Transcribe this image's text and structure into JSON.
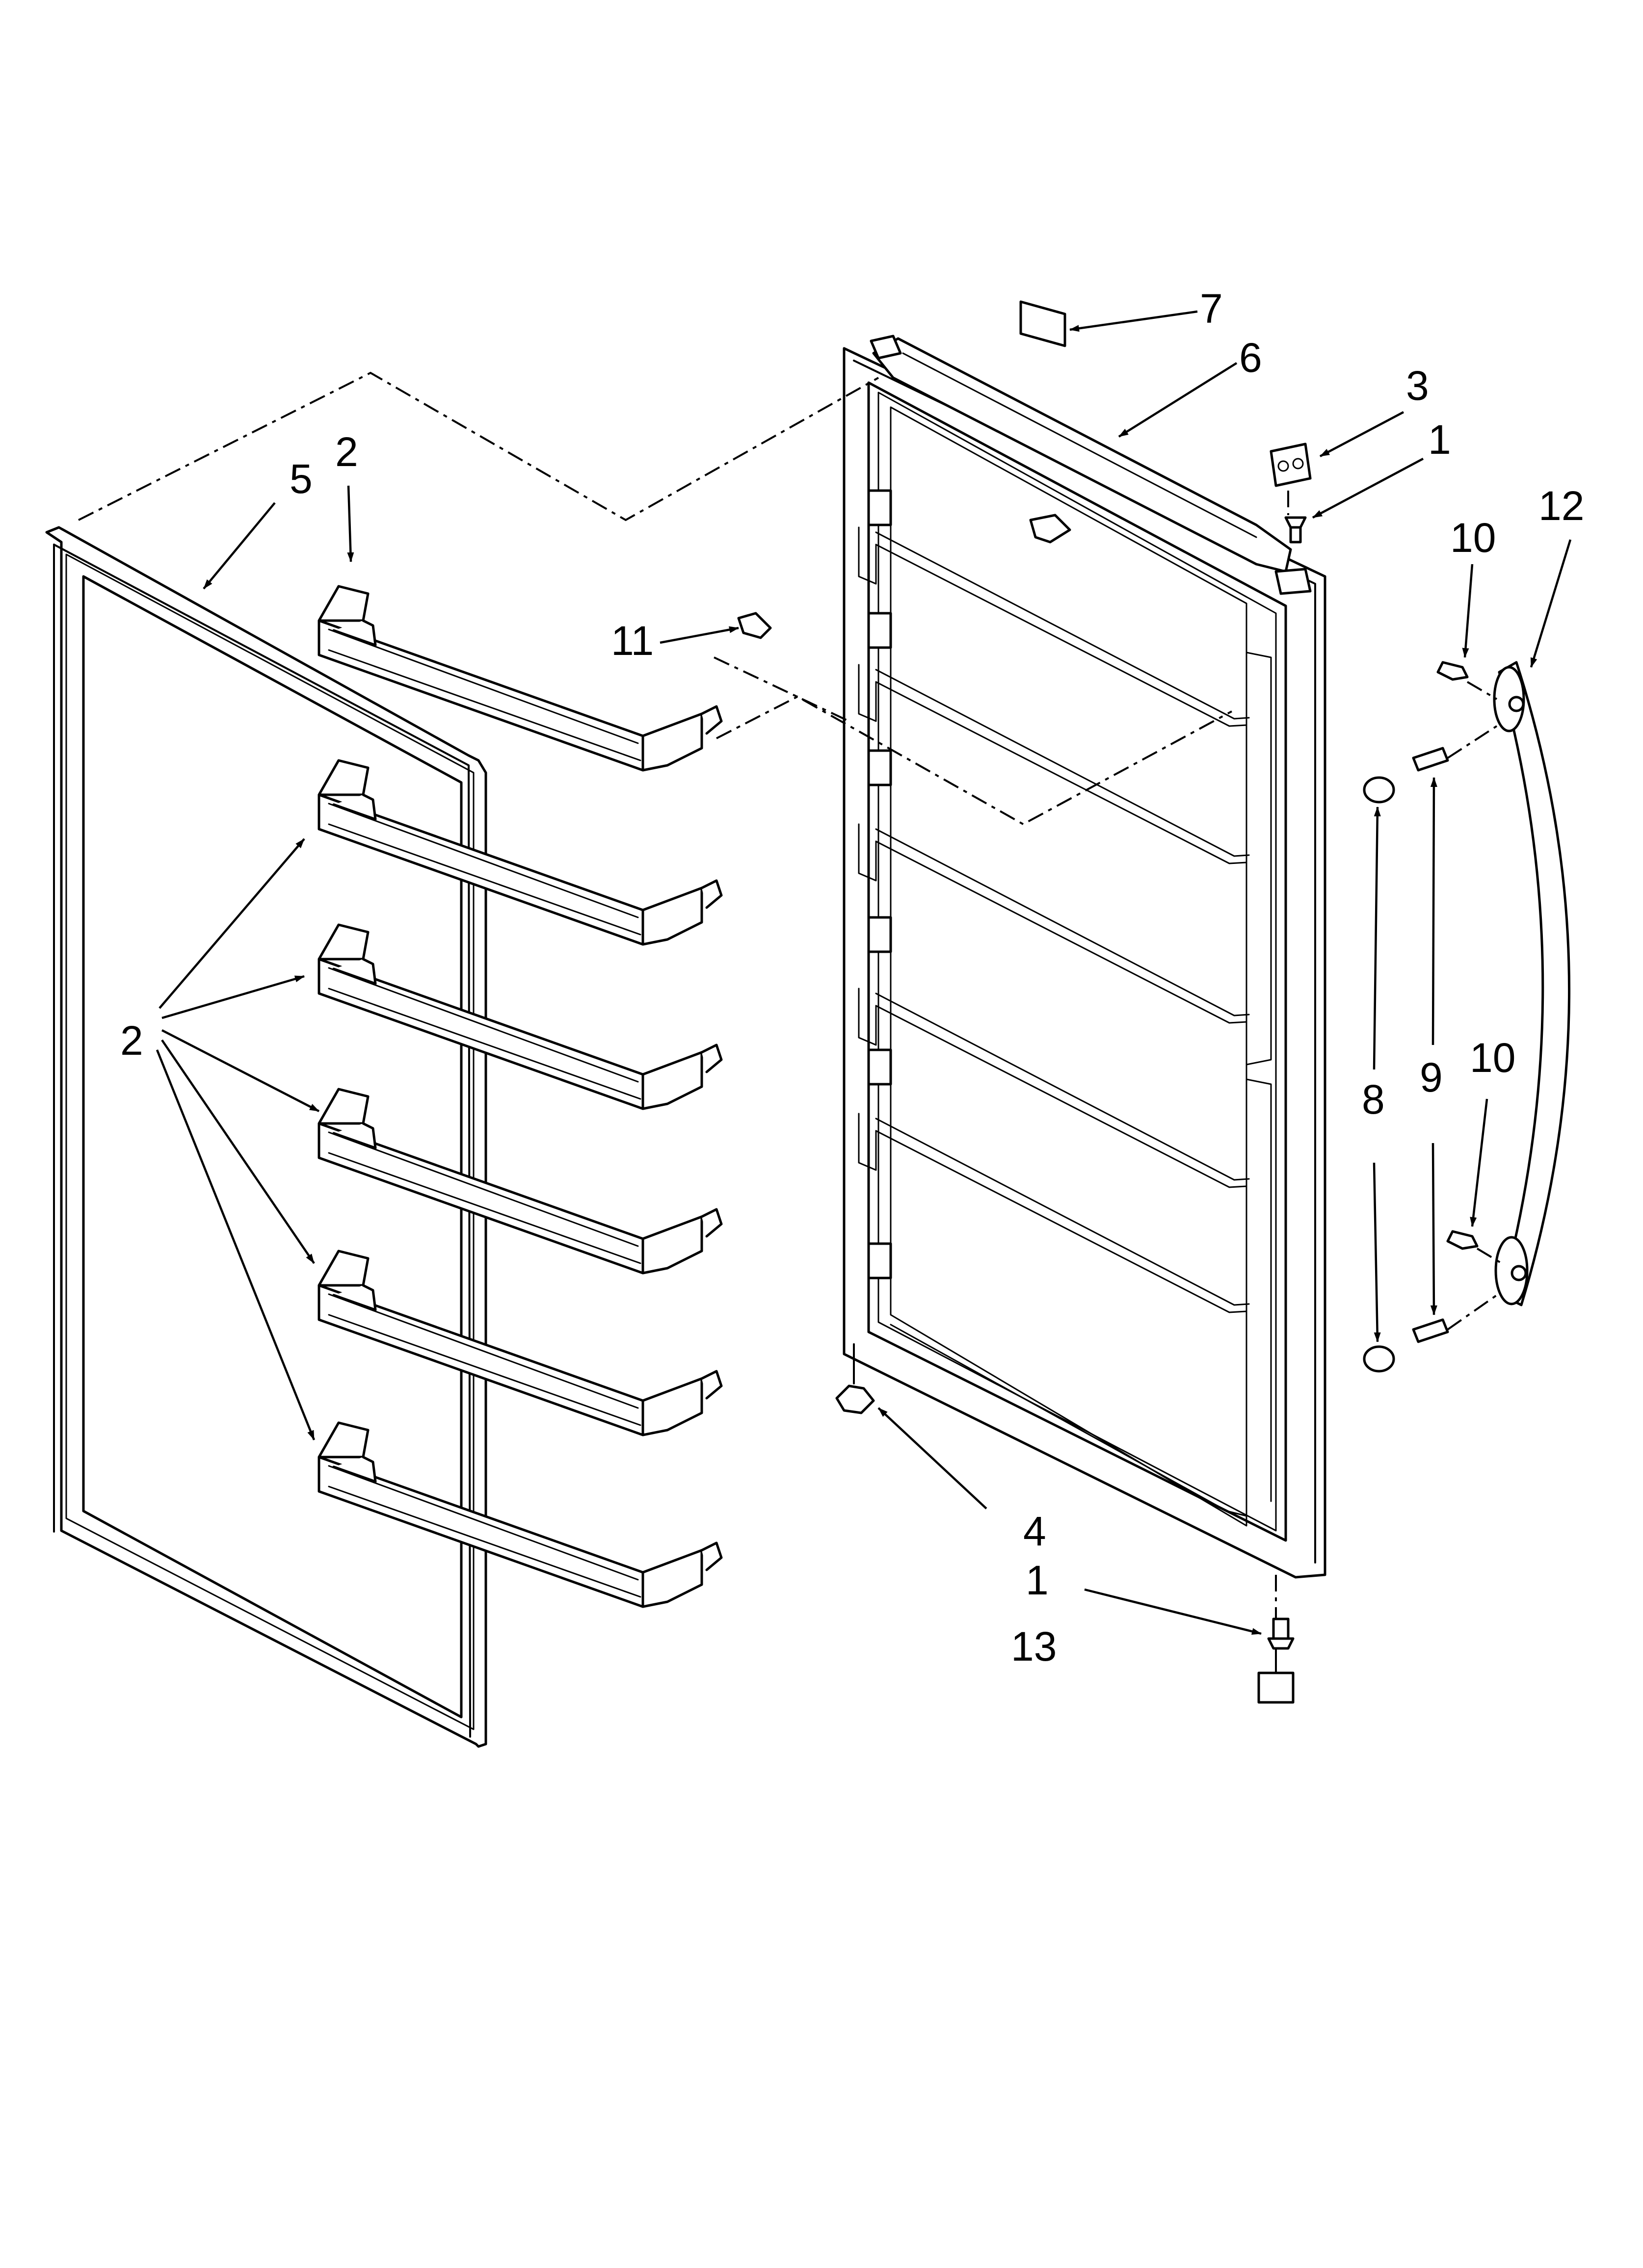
{
  "callouts": {
    "c1_top": "1",
    "c1_bottom": "1",
    "c2_top": "2",
    "c2_group": "2",
    "c3": "3",
    "c4": "4",
    "c5": "5",
    "c6": "6",
    "c7": "7",
    "c8": "8",
    "c9": "9",
    "c10_top": "10",
    "c10_bottom": "10",
    "c11": "11",
    "c12": "12",
    "c13": "13"
  }
}
